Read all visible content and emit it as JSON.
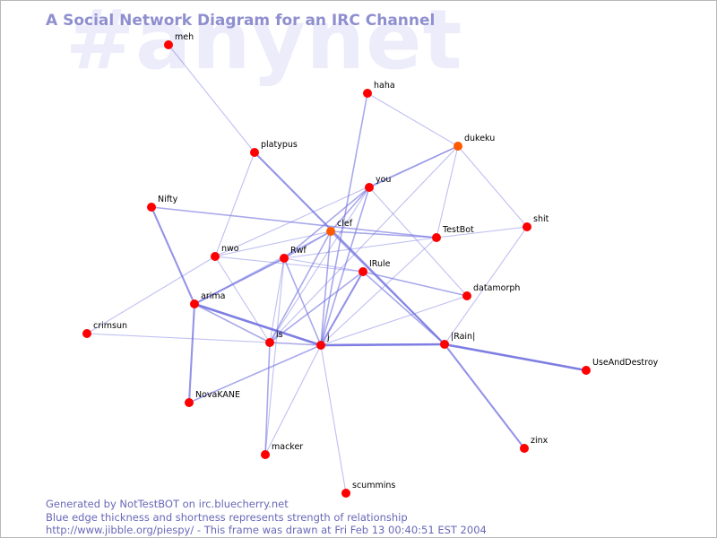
{
  "diagram": {
    "title": "A Social Network Diagram for an IRC Channel",
    "channel_watermark": "#anynet",
    "colors": {
      "edge": "#7070e0",
      "node": "#ff0000",
      "node_highlight": "#ff5a00",
      "title": "#8f8fd0",
      "footer": "#6868b8",
      "watermark": "#ececfb"
    },
    "nodes": [
      {
        "name": "meh"
      },
      {
        "name": "haha"
      },
      {
        "name": "platypus"
      },
      {
        "name": "dukeku"
      },
      {
        "name": "you"
      },
      {
        "name": "Nifty"
      },
      {
        "name": "clef"
      },
      {
        "name": "shit"
      },
      {
        "name": "TestBot"
      },
      {
        "name": "nwo"
      },
      {
        "name": "Rwf"
      },
      {
        "name": "IRule"
      },
      {
        "name": "datamorph"
      },
      {
        "name": "arima"
      },
      {
        "name": "crimsun"
      },
      {
        "name": "is"
      },
      {
        "name": "j"
      },
      {
        "name": "|Rain|"
      },
      {
        "name": "UseAndDestroy"
      },
      {
        "name": "NovaKANE"
      },
      {
        "name": "zinx"
      },
      {
        "name": "macker"
      },
      {
        "name": "scummins"
      }
    ],
    "edges": [
      {
        "source": "meh",
        "target": "platypus",
        "strength": 1
      },
      {
        "source": "haha",
        "target": "dukeku",
        "strength": 1
      },
      {
        "source": "haha",
        "target": "j",
        "strength": 2
      },
      {
        "source": "dukeku",
        "target": "shit",
        "strength": 1
      },
      {
        "source": "dukeku",
        "target": "you",
        "strength": 2
      },
      {
        "source": "dukeku",
        "target": "nwo",
        "strength": 1
      },
      {
        "source": "dukeku",
        "target": "TestBot",
        "strength": 1
      },
      {
        "source": "dukeku",
        "target": "is",
        "strength": 1
      },
      {
        "source": "shit",
        "target": "TestBot",
        "strength": 1
      },
      {
        "source": "shit",
        "target": "|Rain|",
        "strength": 1
      },
      {
        "source": "platypus",
        "target": "|Rain|",
        "strength": 3
      },
      {
        "source": "platypus",
        "target": "nwo",
        "strength": 1
      },
      {
        "source": "Nifty",
        "target": "TestBot",
        "strength": 2
      },
      {
        "source": "Nifty",
        "target": "arima",
        "strength": 3
      },
      {
        "source": "you",
        "target": "clef",
        "strength": 2
      },
      {
        "source": "you",
        "target": "Rwf",
        "strength": 2
      },
      {
        "source": "you",
        "target": "j",
        "strength": 2
      },
      {
        "source": "you",
        "target": "datamorph",
        "strength": 1
      },
      {
        "source": "you",
        "target": "is",
        "strength": 1
      },
      {
        "source": "clef",
        "target": "TestBot",
        "strength": 2
      },
      {
        "source": "clef",
        "target": "nwo",
        "strength": 1
      },
      {
        "source": "clef",
        "target": "j",
        "strength": 2
      },
      {
        "source": "clef",
        "target": "is",
        "strength": 2
      },
      {
        "source": "clef",
        "target": "|Rain|",
        "strength": 2
      },
      {
        "source": "clef",
        "target": "arima",
        "strength": 1
      },
      {
        "source": "clef",
        "target": "Rwf",
        "strength": 2
      },
      {
        "source": "TestBot",
        "target": "Rwf",
        "strength": 1
      },
      {
        "source": "TestBot",
        "target": "j",
        "strength": 1
      },
      {
        "source": "nwo",
        "target": "IRule",
        "strength": 1
      },
      {
        "source": "nwo",
        "target": "crimsun",
        "strength": 1
      },
      {
        "source": "nwo",
        "target": "is",
        "strength": 1
      },
      {
        "source": "Rwf",
        "target": "arima",
        "strength": 3
      },
      {
        "source": "Rwf",
        "target": "IRule",
        "strength": 1
      },
      {
        "source": "Rwf",
        "target": "j",
        "strength": 2
      },
      {
        "source": "Rwf",
        "target": "is",
        "strength": 1
      },
      {
        "source": "Rwf",
        "target": "macker",
        "strength": 1
      },
      {
        "source": "IRule",
        "target": "is",
        "strength": 2
      },
      {
        "source": "IRule",
        "target": "j",
        "strength": 3
      },
      {
        "source": "IRule",
        "target": "datamorph",
        "strength": 2
      },
      {
        "source": "IRule",
        "target": "|Rain|",
        "strength": 2
      },
      {
        "source": "datamorph",
        "target": "j",
        "strength": 1
      },
      {
        "source": "arima",
        "target": "j",
        "strength": 4
      },
      {
        "source": "arima",
        "target": "is",
        "strength": 2
      },
      {
        "source": "arima",
        "target": "NovaKANE",
        "strength": 3
      },
      {
        "source": "crimsun",
        "target": "is",
        "strength": 1
      },
      {
        "source": "is",
        "target": "j",
        "strength": 2
      },
      {
        "source": "is",
        "target": "macker",
        "strength": 2
      },
      {
        "source": "j",
        "target": "|Rain|",
        "strength": 4
      },
      {
        "source": "j",
        "target": "NovaKANE",
        "strength": 2
      },
      {
        "source": "j",
        "target": "macker",
        "strength": 1
      },
      {
        "source": "j",
        "target": "scummins",
        "strength": 1
      },
      {
        "source": "|Rain|",
        "target": "UseAndDestroy",
        "strength": 4
      },
      {
        "source": "|Rain|",
        "target": "zinx",
        "strength": 3
      }
    ]
  },
  "footer": {
    "line1": "Generated by NotTestBOT on irc.bluecherry.net",
    "line2": "Blue edge thickness and shortness represents strength of relationship",
    "line3": "http://www.jibble.org/piespy/ - This frame was drawn at Fri Feb 13 00:40:51 EST 2004"
  }
}
